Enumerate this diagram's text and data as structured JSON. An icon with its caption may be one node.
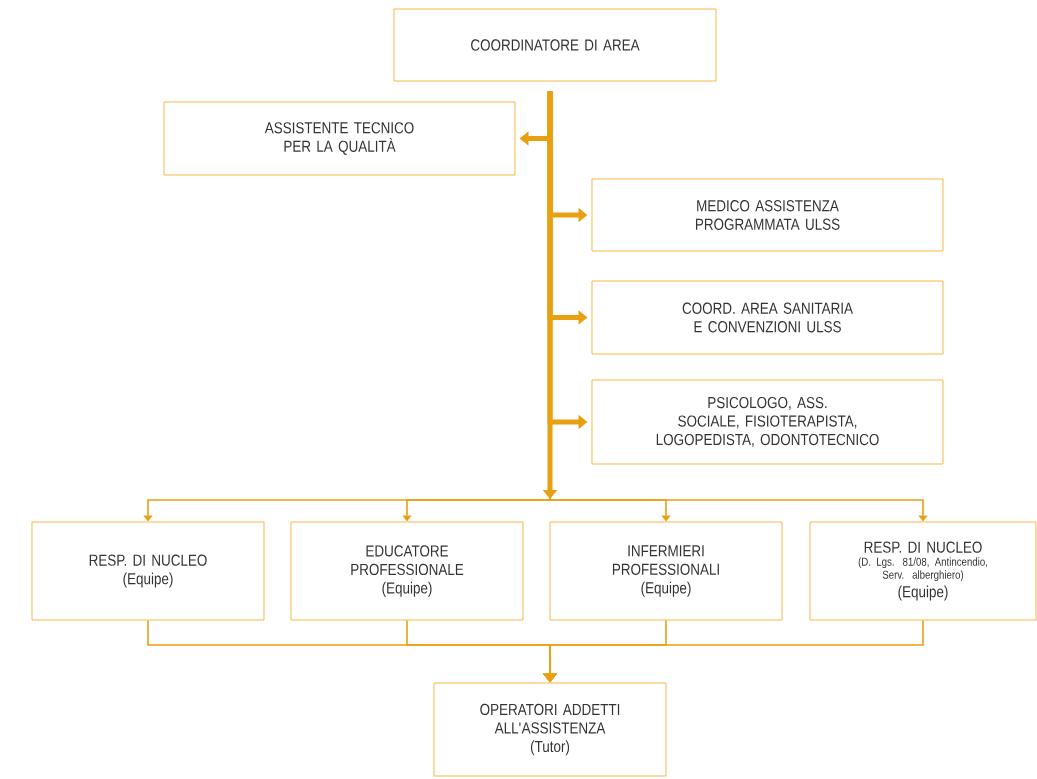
{
  "diagram": {
    "nodes": [
      {
        "text": [
          "COORDINATORE DI AREA"
        ]
      },
      {
        "text": [
          "ASSISTENTE TECNICO PER LA QUALITÀ"
        ]
      },
      {
        "text": [
          "MEDICO ASSISTENZA PROGRAMMATA ULSS"
        ]
      },
      {
        "text": [
          "COORD. AREA SANITARIA E CONVENZIONI ULSS"
        ]
      },
      {
        "text": [
          "PSICOLOGO, ASS. SOCIALE, FISIOTERAPISTA, LOGOPEDISTA, ODONTOTECNICO"
        ]
      },
      {
        "text": [
          "RESP. DI NUCLEO",
          "(Equipe)"
        ]
      },
      {
        "text": [
          "EDUCATORE PROFESSIONALE",
          "(Equipe)"
        ]
      },
      {
        "text": [
          "INFERMIERI PROFESSIONALI",
          "(Equipe)"
        ]
      },
      {
        "text": [
          "RESP. DI NUCLEO",
          "(D. Lgs. 81/08, Antincendio, Serv. alberghiero)",
          "(Equipe)"
        ]
      },
      {
        "text": [
          "OPERATORI ADDETTI ALL'ASSISTENZA",
          "(Tutor)"
        ]
      }
    ],
    "edges": [
      {
        "from": 0,
        "to": 1,
        "arrow": "to",
        "style": "thick"
      },
      {
        "from": 0,
        "to": 2,
        "arrow": "to",
        "style": "thick"
      },
      {
        "from": 0,
        "to": 3,
        "arrow": "to",
        "style": "thick"
      },
      {
        "from": 0,
        "to": 4,
        "arrow": "to",
        "style": "thick"
      },
      {
        "from": 0,
        "to": 5,
        "arrow": "to"
      },
      {
        "from": 0,
        "to": 6,
        "arrow": "to"
      },
      {
        "from": 0,
        "to": 7,
        "arrow": "to"
      },
      {
        "from": 0,
        "to": 8,
        "arrow": "to"
      },
      {
        "from": 5,
        "to": 9,
        "arrow": "to"
      },
      {
        "from": 6,
        "to": 9,
        "arrow": "to"
      },
      {
        "from": 7,
        "to": 9,
        "arrow": "to"
      },
      {
        "from": 8,
        "to": 9,
        "arrow": "to"
      }
    ]
  }
}
